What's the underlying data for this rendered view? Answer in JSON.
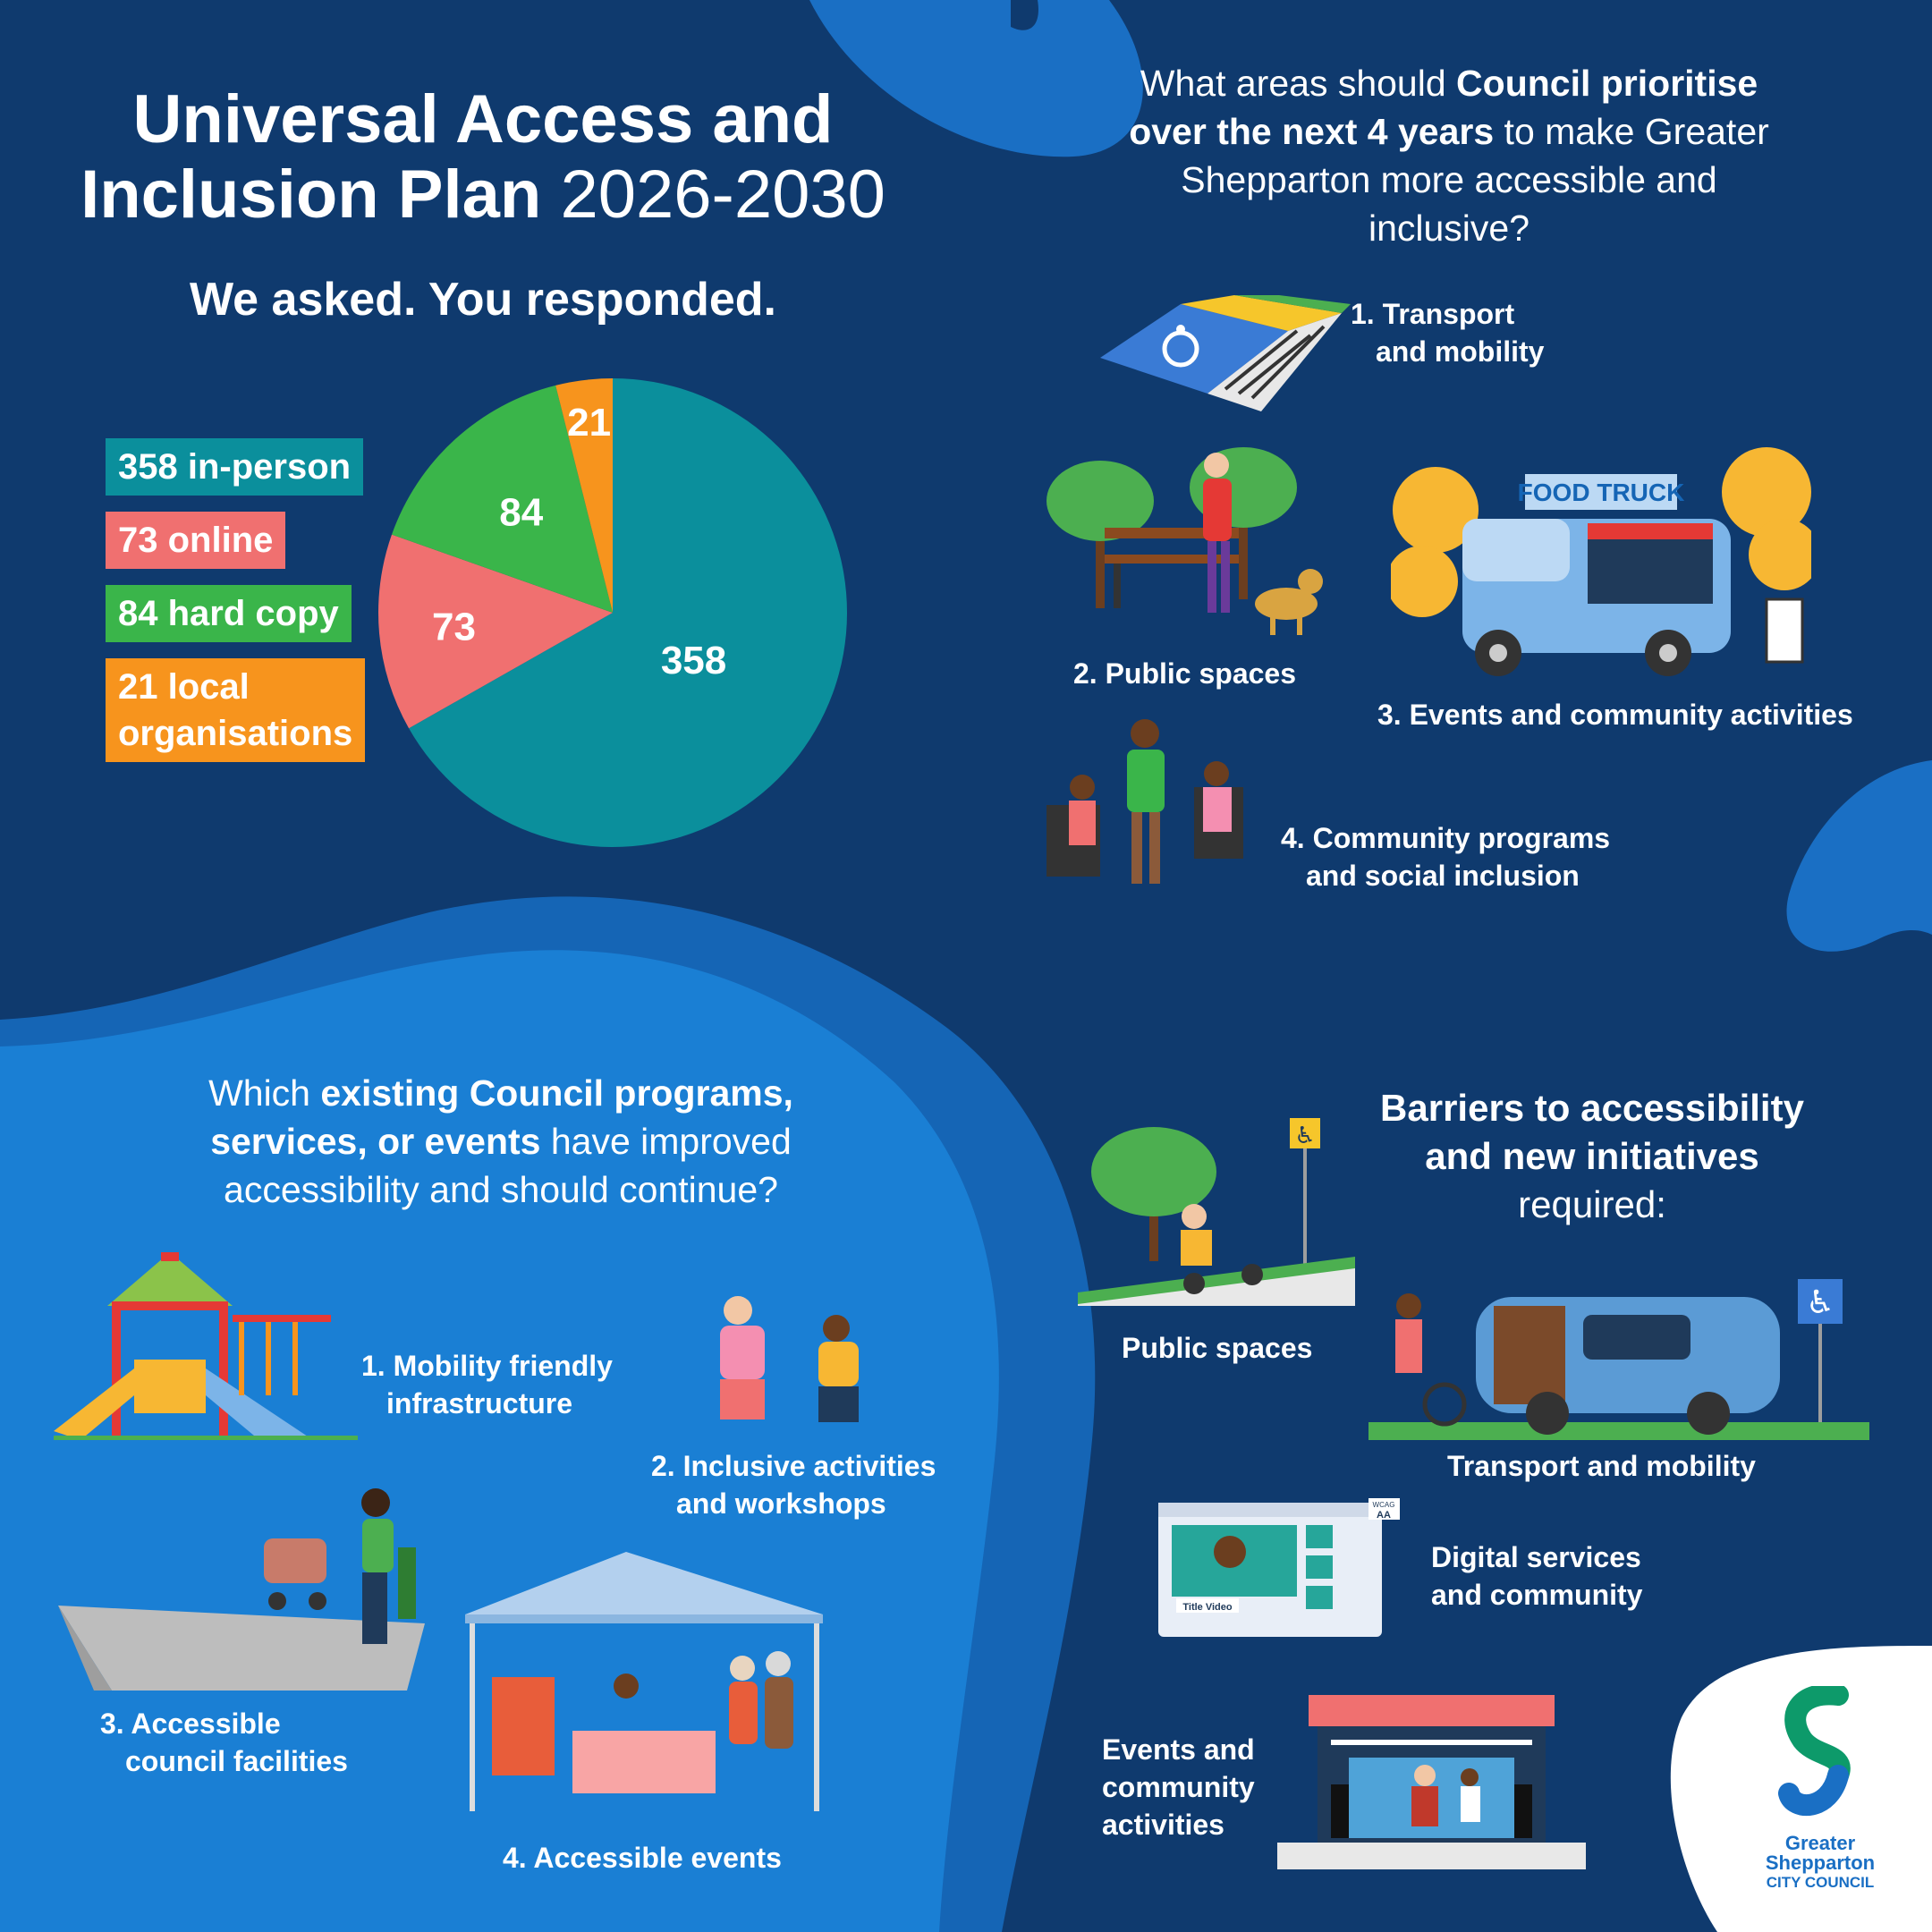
{
  "header": {
    "title_bold": "Universal Access and Inclusion Plan",
    "title_years": "2026-2030",
    "subtitle": "We asked. You responded."
  },
  "chart_data": {
    "type": "pie",
    "slices": [
      {
        "label": "358 in-person",
        "value": 358,
        "color": "#0b8f9c"
      },
      {
        "label": "73 online",
        "value": 73,
        "color": "#f07070"
      },
      {
        "label": "84 hard copy",
        "value": 84,
        "color": "#3ab54a"
      },
      {
        "label": "21 local organisations",
        "value": 21,
        "color": "#f7941d"
      }
    ]
  },
  "legend": {
    "in_person": "358 in-person",
    "online": "73 online",
    "hard_copy": "84 hard copy",
    "local_line1": "21 local",
    "local_line2": "organisations"
  },
  "priorities": {
    "q_part1": "What areas should ",
    "q_bold": "Council prioritise over the next 4 years",
    "q_part2": " to make Greater Shepparton more accessible and inclusive?",
    "item1_l1": "1. Transport",
    "item1_l2": "and mobility",
    "item2": "2. Public spaces",
    "item3": "3. Events and community activities",
    "item4_l1": "4. Community programs",
    "item4_l2": "and social inclusion",
    "food_truck": "FOOD TRUCK"
  },
  "existing": {
    "q_part1": "Which ",
    "q_bold": "existing Council programs, services, or events",
    "q_part2": " have improved accessibility and should continue?",
    "item1_l1": "1. Mobility friendly",
    "item1_l2": "infrastructure",
    "item2_l1": "2. Inclusive activities",
    "item2_l2": "and workshops",
    "item3_l1": "3. Accessible",
    "item3_l2": "council facilities",
    "item4": "4. Accessible events"
  },
  "barriers": {
    "heading_bold": "Barriers to accessibility and new initiatives",
    "heading_rest": " required:",
    "public_spaces": "Public spaces",
    "transport": "Transport and mobility",
    "digital_l1": "Digital services",
    "digital_l2": "and community",
    "events_l1": "Events and",
    "events_l2": "community",
    "events_l3": "activities",
    "wcag": "WCAG",
    "aa": "AA",
    "title_video": "Title Video"
  },
  "logo": {
    "line1": "Greater",
    "line2": "Shepparton",
    "line3": "CITY COUNCIL"
  },
  "colors": {
    "navy": "#0f3a6e",
    "blue_mid": "#1565b5",
    "blue_light": "#1a7fd4",
    "teal": "#0b8f9c",
    "coral": "#f07070",
    "green": "#3ab54a",
    "orange": "#f7941d"
  }
}
